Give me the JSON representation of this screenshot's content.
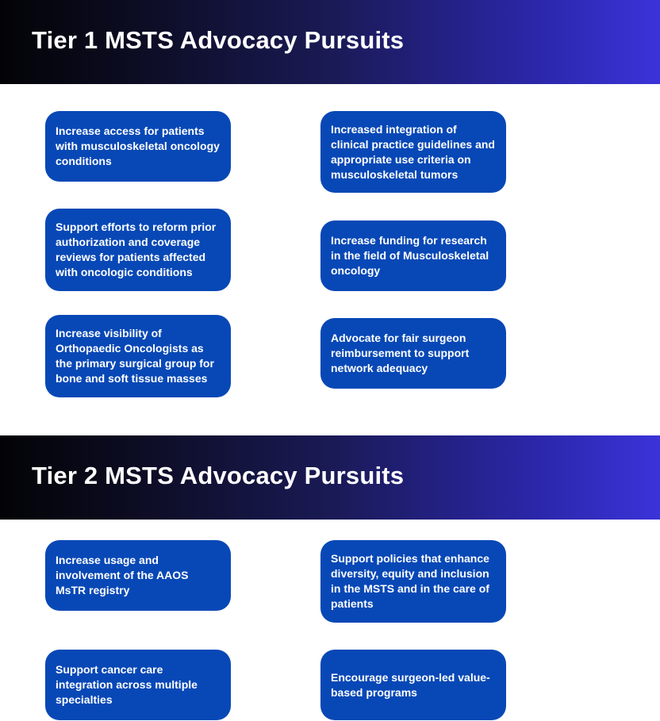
{
  "tier1": {
    "title": "Tier 1 MSTS Advocacy Pursuits",
    "cards": [
      "Increase access for patients with musculoskeletal oncology conditions",
      "Increased integration of clinical practice guidelines and appropriate use criteria on musculoskeletal tumors",
      "Support efforts to reform prior authorization and coverage reviews for patients affected with oncologic conditions",
      "Increase funding for research in the field of Musculoskeletal oncology",
      "Increase visibility of Orthopaedic Oncologists as the primary surgical group for bone and soft tissue masses",
      "Advocate for fair surgeon reimbursement to support network adequacy"
    ]
  },
  "tier2": {
    "title": "Tier 2 MSTS Advocacy Pursuits",
    "cards": [
      "Increase usage and involvement of the AAOS MsTR registry",
      "Support policies that enhance diversity, equity and inclusion in the MSTS and in the care of patients",
      "Support cancer care integration across multiple specialties",
      "Encourage surgeon-led value-based programs"
    ]
  },
  "colors": {
    "card_blue": "#0848b6",
    "banner_start": "#030306",
    "banner_end": "#3b33d9",
    "text_white": "#ffffff"
  }
}
